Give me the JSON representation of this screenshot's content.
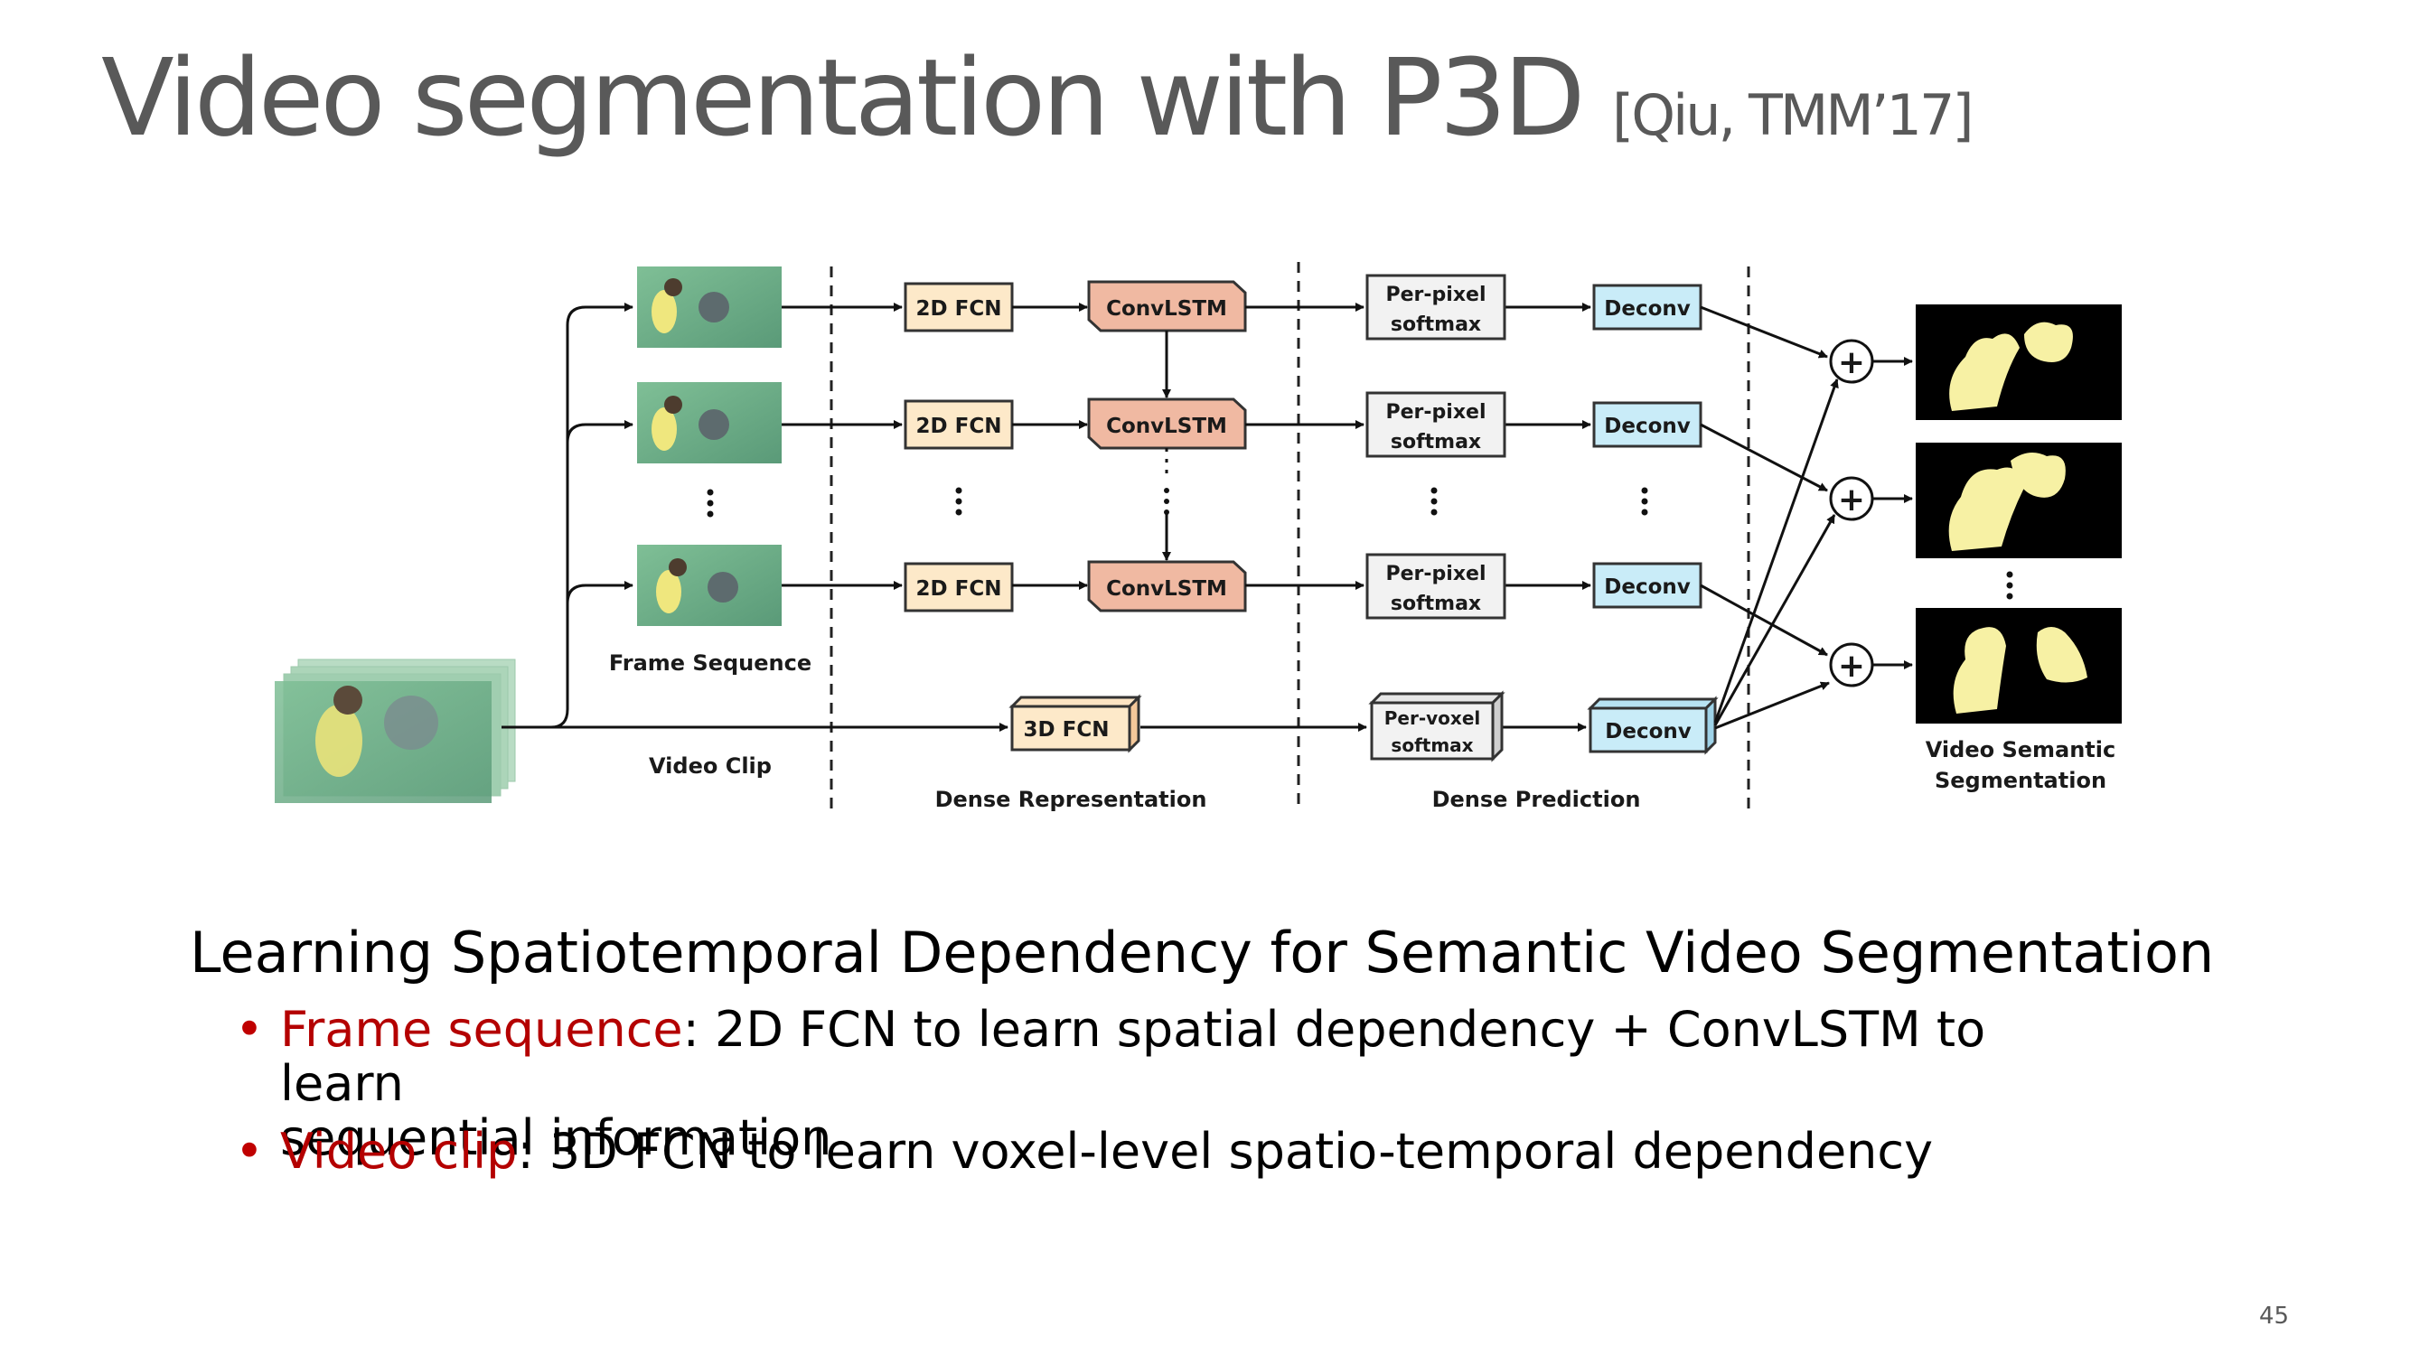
{
  "slide": {
    "title": "Video segmentation with P3D",
    "citation": "[Qiu, TMM’17]",
    "page_number": "45"
  },
  "diagram": {
    "boxes": {
      "fcn2d": "2D FCN",
      "convlstm": "ConvLSTM",
      "softmax_line1": "Per-pixel",
      "softmax_line2": "softmax",
      "deconv": "Deconv",
      "fcn3d": "3D FCN",
      "voxel_line1": "Per-voxel",
      "voxel_line2": "softmax",
      "sum": "+"
    },
    "labels": {
      "frame_sequence": "Frame Sequence",
      "video_clip": "Video Clip",
      "dense_representation": "Dense Representation",
      "dense_prediction": "Dense Prediction",
      "output_line1": "Video Semantic",
      "output_line2": "Segmentation"
    },
    "colors": {
      "fcn2d_fill": "#fde9c9",
      "convlstm_fill": "#f0b9a2",
      "softmax_fill": "#f2f2f2",
      "deconv_fill": "#c9ecf8",
      "frame_green": "#6fae8a",
      "mask_yellow": "#f7f1a4"
    }
  },
  "body": {
    "heading": "Learning Spatiotemporal Dependency for Semantic Video Segmentation",
    "bullets": [
      {
        "term": "Frame sequence",
        "line1": ": 2D FCN to learn spatial dependency + ConvLSTM to learn",
        "line2": "sequential information"
      },
      {
        "term": "Video clip",
        "line1": ": 3D FCN to learn voxel-level spatio-temporal dependency"
      }
    ]
  }
}
